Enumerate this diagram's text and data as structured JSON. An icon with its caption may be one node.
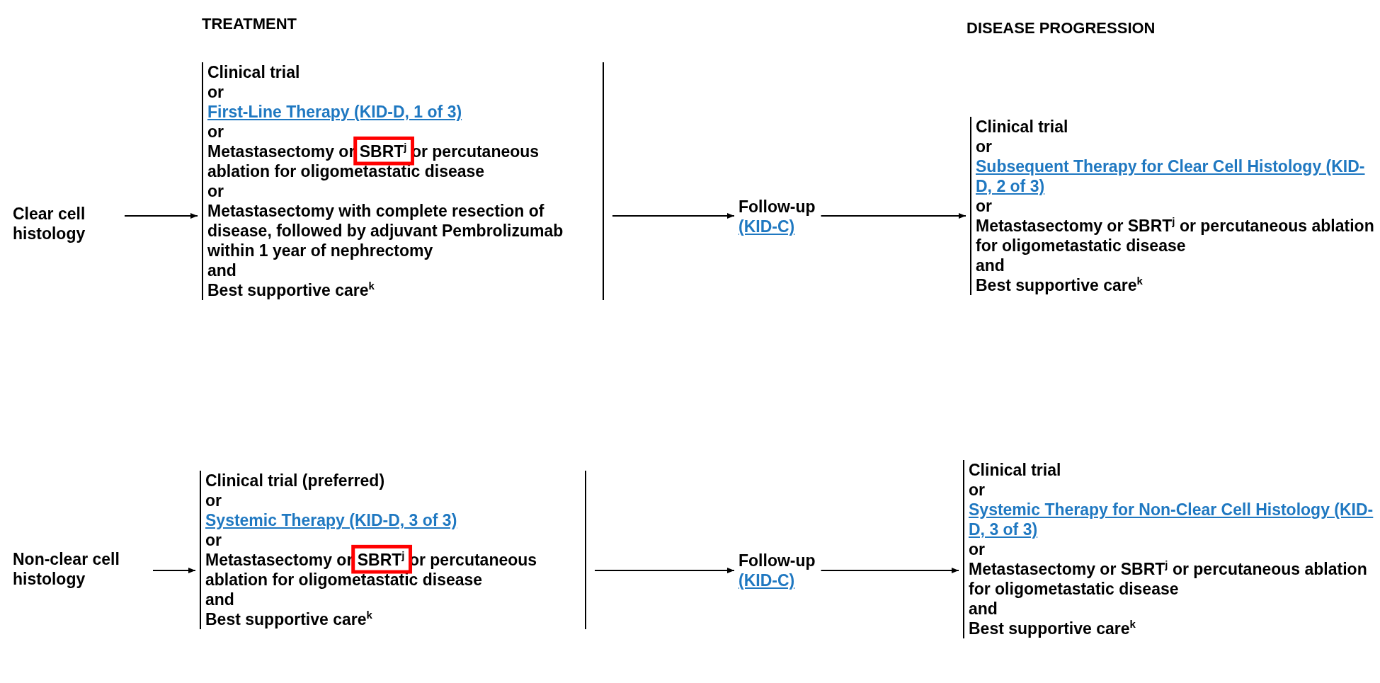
{
  "diagram": {
    "nodes": [
      {
        "text": [
          "Clear cell histology"
        ]
      },
      {
        "text": [
          "Clinical trial",
          "or",
          "First-Line Therapy (KID-D, 1 of 3)",
          "or",
          "Metastasectomy or SBRT$^{j}$ or percutaneous ablation for oligometastatic disease",
          "or",
          "Metastasectomy with complete resection of disease, followed by adjuvant Pembrolizumab within 1 year of nephrectomy",
          "and",
          "Best supportive care$^{k}$"
        ]
      },
      {
        "text": [
          "Follow-up",
          "(KID-C)"
        ]
      },
      {
        "text": [
          "Clinical trial",
          "or",
          "Subsequent Therapy for Clear Cell Histology (KID-D, 2 of 3)",
          "or",
          "Metastasectomy or SBRT$^{j}$ or percutaneous ablation for oligometastatic disease",
          "and",
          "Best supportive care$^{k}$"
        ]
      },
      {
        "text": [
          "Non-clear cell histology"
        ]
      },
      {
        "text": [
          "Clinical trial (preferred)",
          "or",
          "Systemic Therapy (KID-D, 3 of 3)",
          "or",
          "Metastasectomy or SBRT$^{j}$ or percutaneous ablation for oligometastatic disease",
          "and",
          "Best supportive care$^{k}$"
        ]
      },
      {
        "text": [
          "Follow-up",
          "(KID-C)"
        ]
      },
      {
        "text": [
          "Clinical trial",
          "or",
          "Systemic Therapy for Non-Clear Cell Histology (KID-D, 3 of 3)",
          "or",
          "Metastasectomy or SBRT$^{j}$ or percutaneous ablation for oligometastatic disease",
          "and",
          "Best supportive care$^{k}$"
        ]
      }
    ],
    "edges": [
      {
        "from": 0,
        "to": 1,
        "arrow": "to"
      },
      {
        "from": 1,
        "to": 2,
        "arrow": "to"
      },
      {
        "from": 2,
        "to": 3,
        "arrow": "to"
      },
      {
        "from": 4,
        "to": 5,
        "arrow": "to"
      },
      {
        "from": 5,
        "to": 6,
        "arrow": "to"
      },
      {
        "from": 6,
        "to": 7,
        "arrow": "to"
      }
    ],
    "labels": [
      "TREATMENT",
      "DISEASE PROGRESSION"
    ]
  }
}
